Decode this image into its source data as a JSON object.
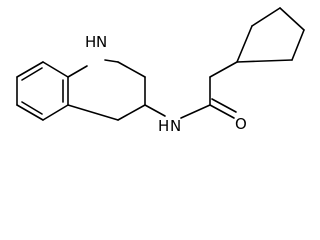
{
  "atom_labels": {
    "ring_nh": "H",
    "ring_n": "N",
    "amide_nh": "H",
    "amide_n": "N",
    "carbonyl_o": "O"
  },
  "bond_color": "#000000",
  "background_color": "#ffffff"
}
